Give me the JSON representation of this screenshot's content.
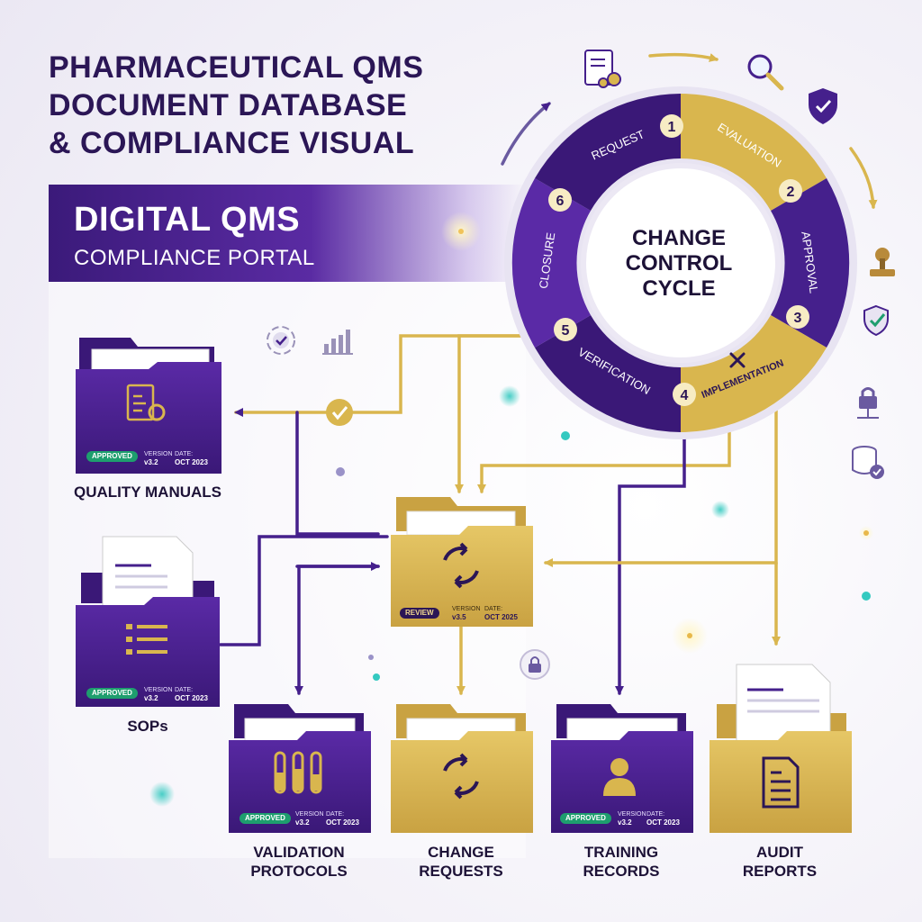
{
  "header": {
    "title_lines": [
      "PHARMACEUTICAL QMS",
      "DOCUMENT DATABASE",
      "& COMPLIANCE VISUAL"
    ]
  },
  "banner": {
    "title": "DIGITAL QMS",
    "subtitle": "COMPLIANCE PORTAL"
  },
  "cycle": {
    "center_lines": [
      "CHANGE",
      "CONTROL",
      "CYCLE"
    ],
    "steps": [
      {
        "num": "1",
        "label": "REQUEST"
      },
      {
        "num": "2",
        "label": "EVALUATION"
      },
      {
        "num": "3",
        "label": "APPROVAL"
      },
      {
        "num": "4",
        "label": "IMPLEMENTATION"
      },
      {
        "num": "5",
        "label": "VERIFICATION"
      },
      {
        "num": "6",
        "label": "CLOSURE"
      }
    ]
  },
  "folders": {
    "quality_manuals": {
      "label": "QUALITY MANUALS",
      "status": "APPROVED",
      "version_label": "VERSION",
      "version": "v3.2",
      "date_label": "DATE:",
      "date": "OCT 2023"
    },
    "sops": {
      "label": "SOPs",
      "status": "APPROVED",
      "version_label": "VERSION",
      "version": "v3.2",
      "date_label": "DATE:",
      "date": "OCT 2023"
    },
    "review": {
      "status": "REVIEW",
      "version_label": "VERSION",
      "version": "v3.5",
      "date_label": "DATE:",
      "date": "OCT 2025"
    },
    "validation_protocols": {
      "label_lines": [
        "VALIDATION",
        "PROTOCOLS"
      ],
      "status": "APPROVED",
      "version_label": "VERSION",
      "version": "v3.2",
      "date_label": "DATE:",
      "date": "OCT 2023"
    },
    "change_requests": {
      "label_lines": [
        "CHANGE",
        "REQUESTS"
      ]
    },
    "training_records": {
      "label_lines": [
        "TRAINING",
        "RECORDS"
      ],
      "status": "APPROVED",
      "version_label": "VERSION",
      "version": "v3.2",
      "date_label": "DATE:",
      "date": "OCT 2023"
    },
    "audit_reports": {
      "label_lines": [
        "AUDIT",
        "REPORTS"
      ]
    }
  },
  "colors": {
    "purple": "#45208c",
    "gold": "#d9b64e",
    "navy": "#2b1656",
    "green": "#1e9e6e",
    "teal": "#34c9c0"
  },
  "icons": [
    "document-gear-icon",
    "magnifier-icon",
    "shield-check-icon",
    "stamp-icon",
    "shield-check-small-icon",
    "lock-network-icon",
    "database-check-icon",
    "target-check-icon",
    "bar-chart-icon",
    "padlock-icon",
    "sync-arrows-icon",
    "test-tubes-icon",
    "person-icon",
    "report-icon",
    "checklist-icon"
  ]
}
